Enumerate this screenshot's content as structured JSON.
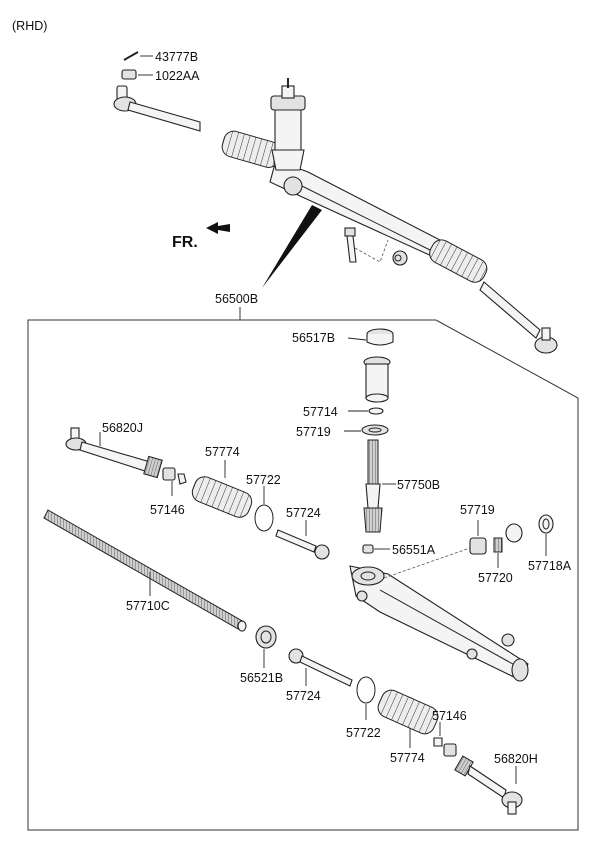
{
  "header": {
    "variant": "(RHD)"
  },
  "direction_marker": {
    "label": "FR."
  },
  "labels": {
    "p43777B": "43777B",
    "p1022AA": "1022AA",
    "p56500B": "56500B",
    "p56517B": "56517B",
    "p57714": "57714",
    "p57719a": "57719",
    "p56820J": "56820J",
    "p57774a": "57774",
    "p57722a": "57722",
    "p57750B": "57750B",
    "p57146a": "57146",
    "p57724a": "57724",
    "p57719b": "57719",
    "p56551A": "56551A",
    "p57720": "57720",
    "p57718A": "57718A",
    "p57710C": "57710C",
    "p56521B": "56521B",
    "p57724b": "57724",
    "p57722b": "57722",
    "p57146b": "57146",
    "p57774b": "57774",
    "p56820H": "56820H"
  },
  "colors": {
    "line": "#222222",
    "fill": "#f4f4f4",
    "shade": "#e2e2e2"
  }
}
